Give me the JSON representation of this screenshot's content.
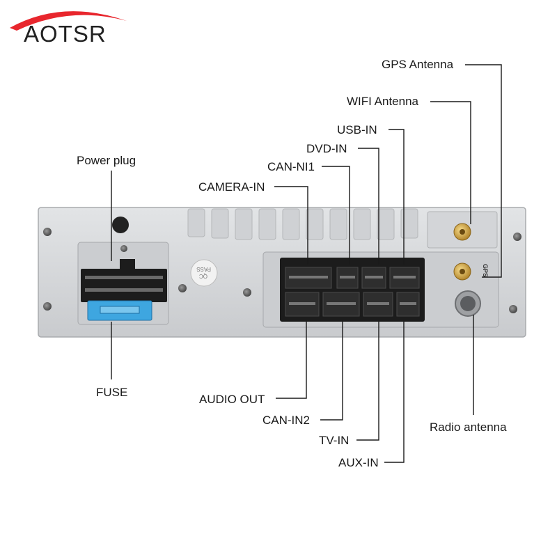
{
  "brand": {
    "logo_text": "AOTSR",
    "swoosh_color": "#e8262d"
  },
  "panel": {
    "qc_line1": "QC",
    "qc_line2": "PASS",
    "gps_marking": "GPS",
    "body_color": "#d6d8db",
    "fuse_color": "#3ea6e0",
    "connector_color": "#1c1c1c"
  },
  "callouts": {
    "gps_antenna": "GPS Antenna",
    "wifi_antenna": "WIFI Antenna",
    "usb_in": "USB-IN",
    "dvd_in": "DVD-IN",
    "can_ni1": "CAN-NI1",
    "camera_in": "CAMERA-IN",
    "power_plug": "Power plug",
    "fuse": "FUSE",
    "audio_out": "AUDIO OUT",
    "can_in2": "CAN-IN2",
    "tv_in": "TV-IN",
    "aux_in": "AUX-IN",
    "radio_antenna": "Radio antenna"
  }
}
